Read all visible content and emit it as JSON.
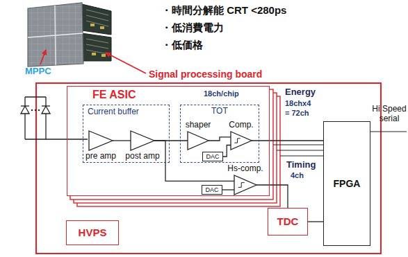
{
  "diagram": {
    "nodes": [
      {
        "text": [
          "FE ASIC",
          "18ch/chip"
        ]
      },
      {
        "text": [
          "Current buffer"
        ],
        "in": 0
      },
      {
        "text": [
          "pre amp"
        ],
        "in": 1
      },
      {
        "text": [
          "post amp"
        ],
        "in": 1
      },
      {
        "text": [
          "TOT"
        ],
        "in": 0
      },
      {
        "text": [
          "shaper"
        ],
        "in": 4
      },
      {
        "text": [
          "DAC"
        ],
        "in": 4
      },
      {
        "text": [
          "Comp."
        ],
        "in": 4
      },
      {
        "text": [
          "Hs-comp."
        ],
        "in": 0
      },
      {
        "text": [
          "DAC"
        ],
        "in": 0
      },
      {
        "text": [
          "TDC"
        ]
      },
      {
        "text": [
          "FPGA"
        ]
      },
      {
        "text": [
          "HVPS"
        ]
      }
    ],
    "edges": [
      {
        "from": 2,
        "to": 3,
        "arrow": "none"
      },
      {
        "from": 3,
        "to": 5,
        "arrow": "none"
      },
      {
        "from": 5,
        "to": 7,
        "arrow": "none"
      },
      {
        "from": 6,
        "to": 7,
        "arrow": "none"
      },
      {
        "from": 3,
        "to": 8,
        "arrow": "none"
      },
      {
        "from": 9,
        "to": 8,
        "arrow": "none"
      },
      {
        "from": 7,
        "to": 11,
        "arrow": "none"
      },
      {
        "from": 8,
        "to": 10,
        "arrow": "none"
      },
      {
        "from": 10,
        "to": 11,
        "arrow": "none"
      }
    ],
    "labels": [
      "・時間分解能 CRT <280ps",
      "・低消費電力",
      "・低価格",
      "Signal processing board",
      "MPPC",
      "Energy",
      "18chx4",
      "= 72ch",
      "Timing",
      "4ch",
      "Hi Speed serial"
    ]
  }
}
